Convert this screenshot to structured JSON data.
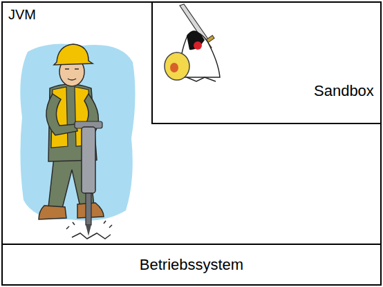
{
  "diagram": {
    "nodes": [
      {
        "text": [
          "JVM"
        ]
      },
      {
        "text": [
          "Sandbox"
        ],
        "in": 0
      },
      {
        "text": [
          "Betriebssystem"
        ]
      }
    ]
  }
}
